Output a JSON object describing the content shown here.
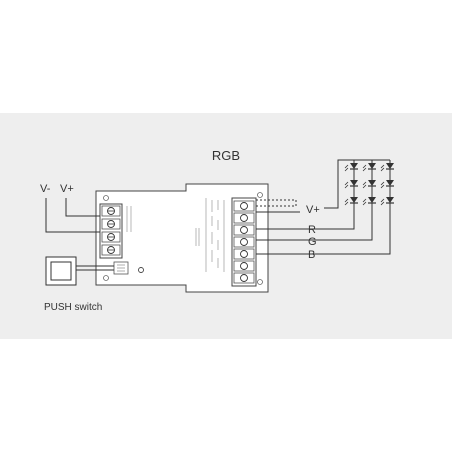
{
  "title": "RGB",
  "input": {
    "vminus_label": "V-",
    "vplus_label": "V+"
  },
  "push_switch": {
    "label": "PUSH switch"
  },
  "outputs": {
    "vplus_label": "V+",
    "r_label": "R",
    "g_label": "G",
    "b_label": "B"
  },
  "colors": {
    "panel_background": "#eeeeee",
    "line": "#333333",
    "controller_body": "#ffffff",
    "terminal_block": "#555555"
  },
  "icons": {
    "led": "led-icon",
    "terminal_screw": "terminal-screw-icon",
    "push_button": "push-button-icon"
  }
}
